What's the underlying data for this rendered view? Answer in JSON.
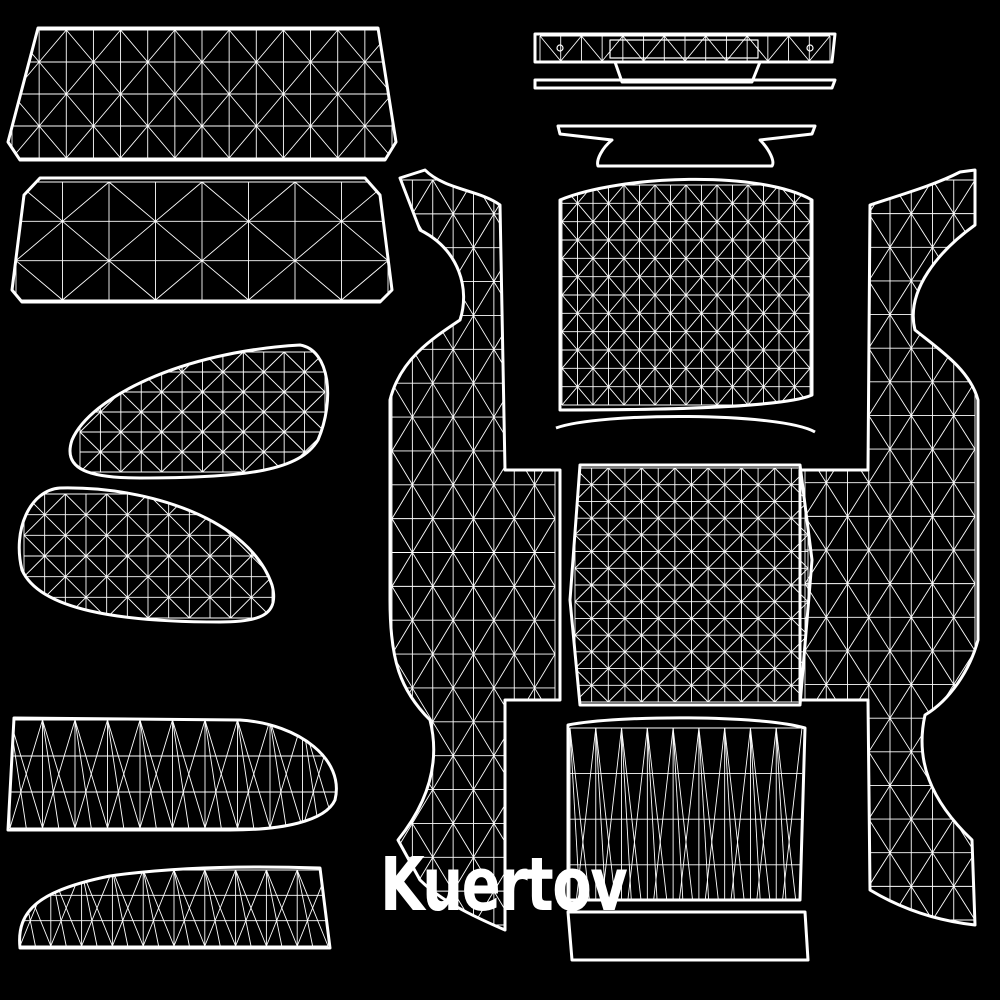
{
  "canvas": {
    "background": "#000000",
    "wire_color": "#ffffff",
    "title": ""
  },
  "signature": {
    "text": "Kuertov"
  },
  "parts": [
    "windshield-mesh",
    "rear-window-mesh",
    "side-mirror-mesh-upper",
    "side-mirror-mesh-lower",
    "side-window-mesh-upper",
    "side-window-mesh-lower",
    "front-bumper-mesh",
    "rear-spoiler-mesh",
    "hood-mesh",
    "roof-mesh",
    "trunk-mesh",
    "left-body-side-mesh",
    "right-body-side-mesh"
  ]
}
